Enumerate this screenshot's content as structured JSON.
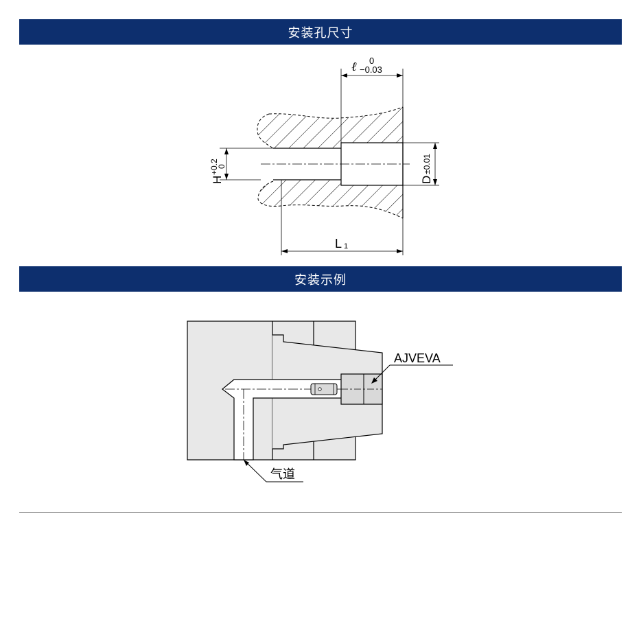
{
  "sections": {
    "hole_title": "安装孔尺寸",
    "example_title": "安装示例"
  },
  "hole_drawing": {
    "tol_l_symbol": "ℓ",
    "tol_l_upper": "0",
    "tol_l_lower": "−0.03",
    "h_symbol": "H",
    "h_upper": "+0.2",
    "h_lower": "0",
    "d_symbol": "D",
    "d_tol": "±0.01",
    "l1_symbol": "L",
    "l1_sub": "1"
  },
  "example_drawing": {
    "part_label": "AJVEVA",
    "channel_label": "气道"
  },
  "colors": {
    "banner": "#0d2f6e",
    "banner_text": "#ffffff",
    "line": "#000000",
    "part_fill": "#d9d9d9",
    "block_fill": "#e8e8e8"
  }
}
